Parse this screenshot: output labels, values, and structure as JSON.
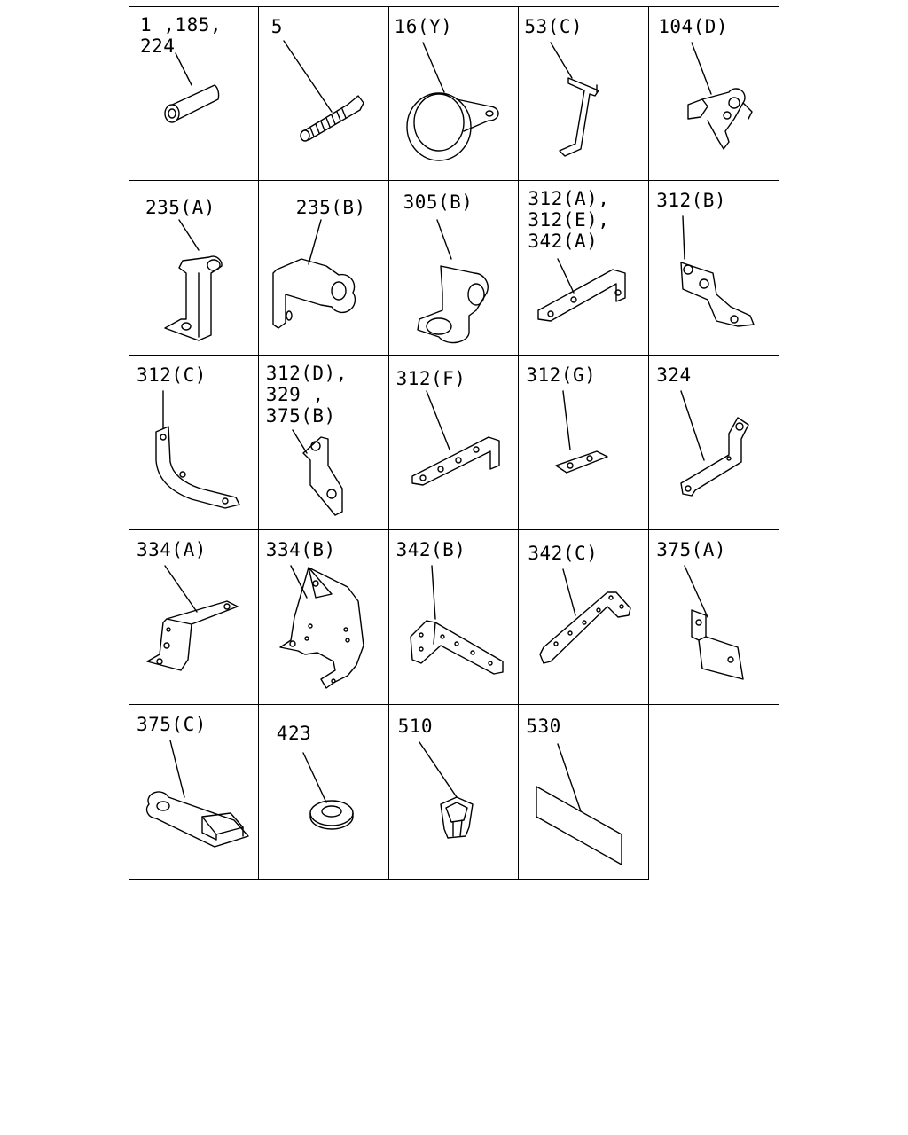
{
  "parts": [
    {
      "id": "p1",
      "label": "1 ,185,\n224",
      "icon": "collar-icon"
    },
    {
      "id": "p2",
      "label": "5",
      "icon": "threaded-pin-icon"
    },
    {
      "id": "p3",
      "label": "16(Y)",
      "icon": "pipe-clamp-icon"
    },
    {
      "id": "p4",
      "label": "53(C)",
      "icon": "stay-bracket-icon"
    },
    {
      "id": "p5",
      "label": "104(D)",
      "icon": "harness-clip-icon"
    },
    {
      "id": "p6",
      "label": "235(A)",
      "icon": "clamp-bracket-icon"
    },
    {
      "id": "p7",
      "label": "235(B)",
      "icon": "clamp-bracket-icon"
    },
    {
      "id": "p8",
      "label": "305(B)",
      "icon": "clamp-bracket-icon"
    },
    {
      "id": "p9",
      "label": "312(A),\n312(E),\n342(A)",
      "icon": "flat-bracket-icon"
    },
    {
      "id": "p10",
      "label": "312(B)",
      "icon": "bent-bracket-icon"
    },
    {
      "id": "p11",
      "label": "312(C)",
      "icon": "curved-stay-icon"
    },
    {
      "id": "p12",
      "label": "312(D),\n329 ,\n375(B)",
      "icon": "angle-bracket-icon"
    },
    {
      "id": "p13",
      "label": "312(F)",
      "icon": "flat-bracket-icon"
    },
    {
      "id": "p14",
      "label": "312(G)",
      "icon": "plate-icon"
    },
    {
      "id": "p15",
      "label": "324",
      "icon": "bent-bracket-icon"
    },
    {
      "id": "p16",
      "label": "334(A)",
      "icon": "stepped-bracket-icon"
    },
    {
      "id": "p17",
      "label": "334(B)",
      "icon": "mounting-plate-icon"
    },
    {
      "id": "p18",
      "label": "342(B)",
      "icon": "angle-bracket-icon"
    },
    {
      "id": "p19",
      "label": "342(C)",
      "icon": "angle-bracket-icon"
    },
    {
      "id": "p20",
      "label": "375(A)",
      "icon": "angle-bracket-icon"
    },
    {
      "id": "p21",
      "label": "375(C)",
      "icon": "nut-plate-icon"
    },
    {
      "id": "p22",
      "label": "423",
      "icon": "washer-icon"
    },
    {
      "id": "p23",
      "label": "510",
      "icon": "clip-nut-icon"
    },
    {
      "id": "p24",
      "label": "530",
      "icon": "label-sheet-icon"
    }
  ]
}
